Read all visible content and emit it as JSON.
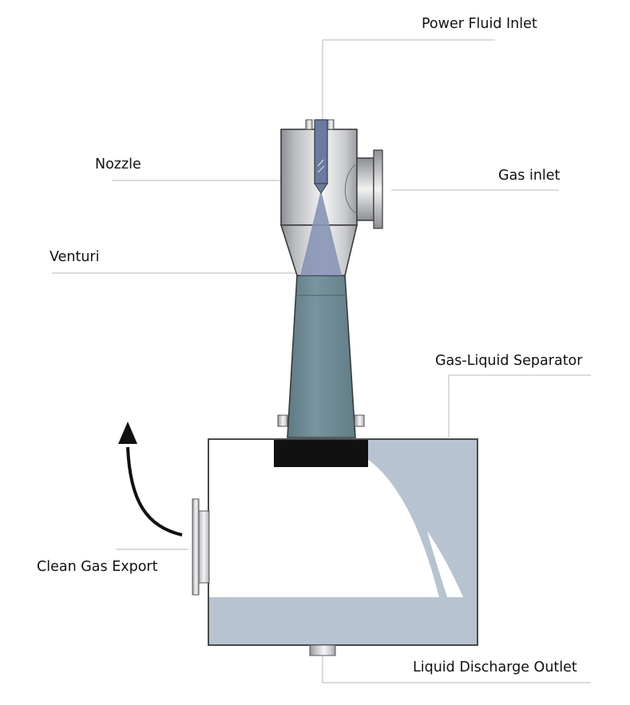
{
  "labels": {
    "power_fluid_inlet": "Power Fluid Inlet",
    "nozzle": "Nozzle",
    "gas_inlet": "Gas inlet",
    "venturi": "Venturi",
    "gas_liquid_separator": "Gas-Liquid Separator",
    "clean_gas_export": "Clean Gas Export",
    "liquid_discharge_outlet": "Liquid Discharge Outlet"
  },
  "colors": {
    "liquid": "#b7c3d0",
    "venturi_body": "#6f8b94",
    "jet": "#8693b5",
    "steel_dark": "#8c8f94",
    "steel_light": "#f2f2f2",
    "seal_block": "#111111"
  }
}
